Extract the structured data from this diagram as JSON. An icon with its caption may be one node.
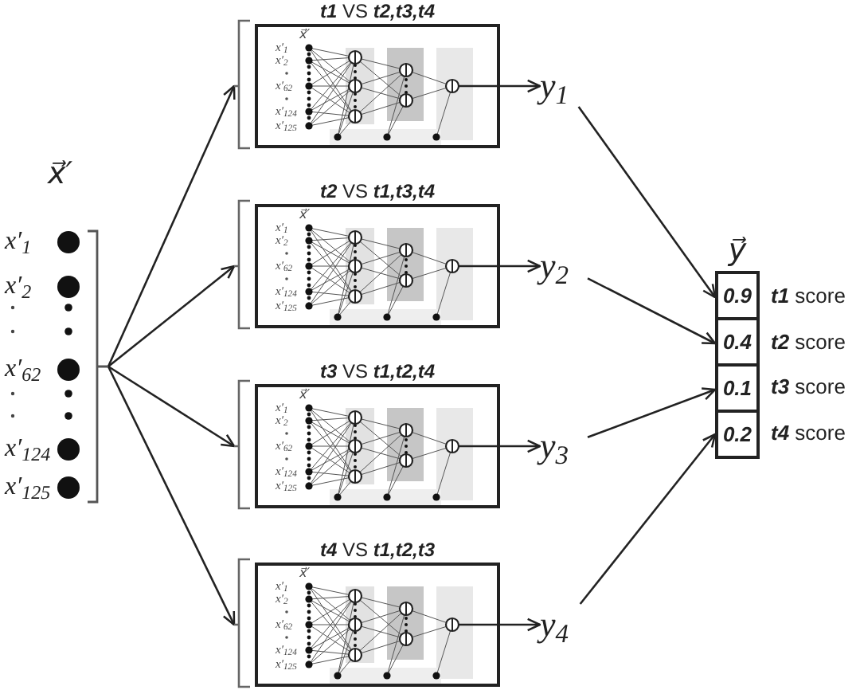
{
  "diagram": {
    "nodes": [
      {
        "text": [
          "x⃗′",
          "x′$_{1}$",
          "x′$_{2}$",
          "x′$_{62}$",
          "x′$_{124}$",
          "x′$_{125}$"
        ]
      },
      {
        "text": [
          "**t1** VS **t2,t3,t4**",
          "x⃗′",
          "x′$_{1}$",
          "x′$_{2}$",
          "x′$_{62}$",
          "x′$_{124}$",
          "x′$_{125}$"
        ]
      },
      {
        "text": [
          "**t2** VS **t1,t3,t4**",
          "x⃗′",
          "x′$_{1}$",
          "x′$_{2}$",
          "x′$_{62}$",
          "x′$_{124}$",
          "x′$_{125}$"
        ]
      },
      {
        "text": [
          "**t3** VS **t1,t2,t4**",
          "x⃗′",
          "x′$_{1}$",
          "x′$_{2}$",
          "x′$_{62}$",
          "x′$_{124}$",
          "x′$_{125}$"
        ]
      },
      {
        "text": [
          "**t4** VS **t1,t2,t3**",
          "x⃗′",
          "x′$_{1}$",
          "x′$_{2}$",
          "x′$_{62}$",
          "x′$_{124}$",
          "x′$_{125}$"
        ]
      },
      {
        "text": [
          "y$_{1}$"
        ]
      },
      {
        "text": [
          "y$_{2}$"
        ]
      },
      {
        "text": [
          "y$_{3}$"
        ]
      },
      {
        "text": [
          "y$_{4}$"
        ]
      },
      {
        "text": [
          "y⃗"
        ]
      },
      {
        "text": [
          "0.9"
        ],
        "in": 9,
        "beside": [
          "**t1** score"
        ]
      },
      {
        "text": [
          "0.4"
        ],
        "in": 9,
        "beside": [
          "**t2** score"
        ]
      },
      {
        "text": [
          "0.1"
        ],
        "in": 9,
        "beside": [
          "**t3** score"
        ]
      },
      {
        "text": [
          "0.2"
        ],
        "in": 9,
        "beside": [
          "**t4** score"
        ]
      }
    ],
    "edges": [
      {
        "from": 0,
        "to": 1,
        "arrow": "to"
      },
      {
        "from": 0,
        "to": 2,
        "arrow": "to"
      },
      {
        "from": 0,
        "to": 3,
        "arrow": "to"
      },
      {
        "from": 0,
        "to": 4,
        "arrow": "to"
      },
      {
        "from": 1,
        "to": 5,
        "arrow": "to"
      },
      {
        "from": 2,
        "to": 6,
        "arrow": "to"
      },
      {
        "from": 3,
        "to": 7,
        "arrow": "to"
      },
      {
        "from": 4,
        "to": 8,
        "arrow": "to"
      },
      {
        "from": 5,
        "to": 10,
        "arrow": "to"
      },
      {
        "from": 6,
        "to": 11,
        "arrow": "to"
      },
      {
        "from": 7,
        "to": 12,
        "arrow": "to"
      },
      {
        "from": 8,
        "to": 13,
        "arrow": "to"
      }
    ]
  }
}
